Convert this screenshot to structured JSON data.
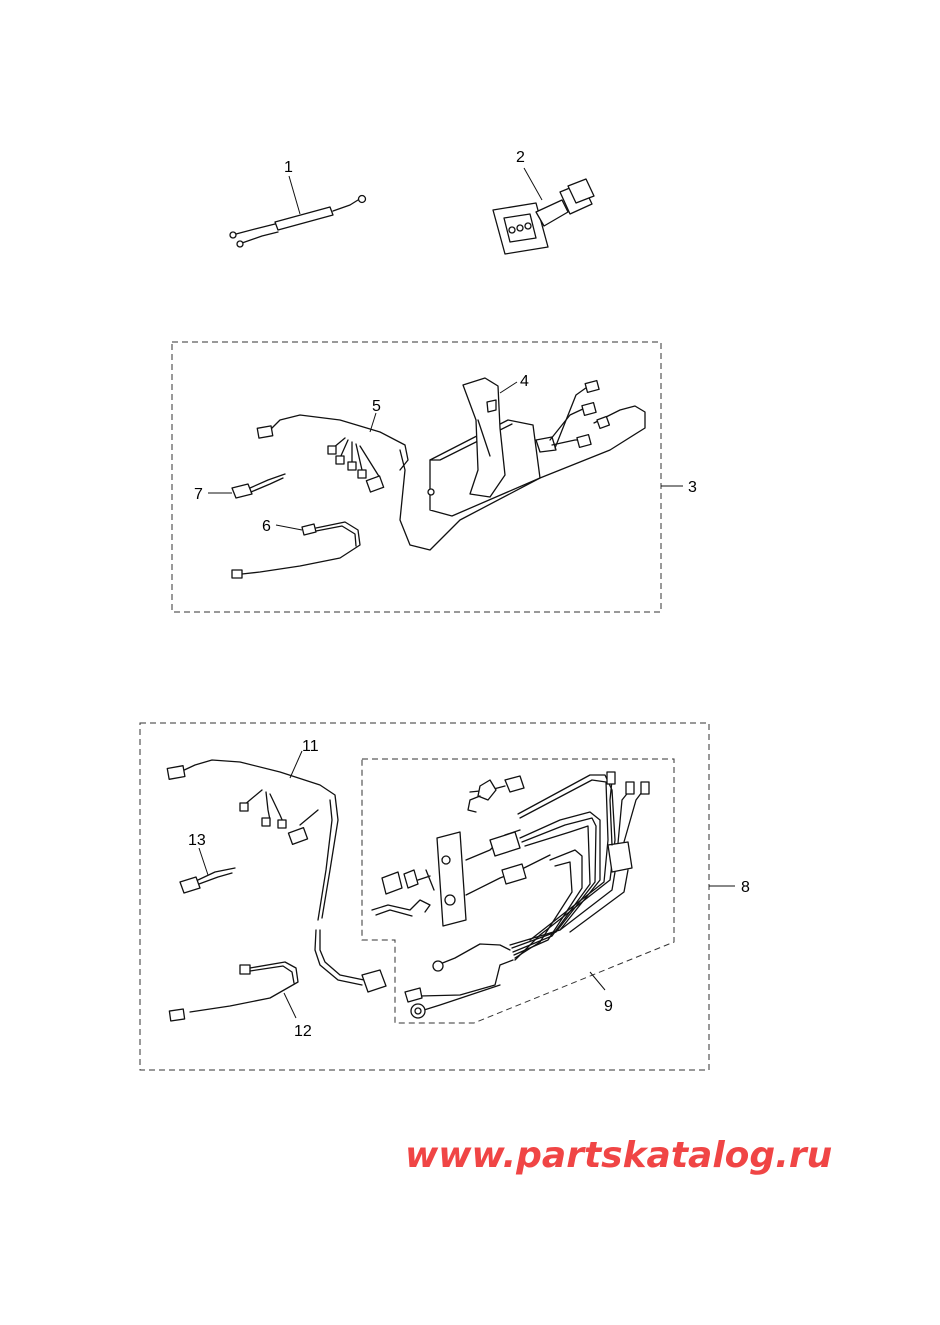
{
  "callouts": {
    "c1": "1",
    "c2": "2",
    "c3": "3",
    "c4": "4",
    "c5": "5",
    "c6": "6",
    "c7": "7",
    "c8": "8",
    "c9": "9",
    "c10": "11",
    "c11": "12",
    "c12": "13"
  },
  "watermark": "www.partskatalog.ru",
  "colors": {
    "line": "#111111",
    "watermark": "#f04545",
    "background": "#ffffff"
  }
}
